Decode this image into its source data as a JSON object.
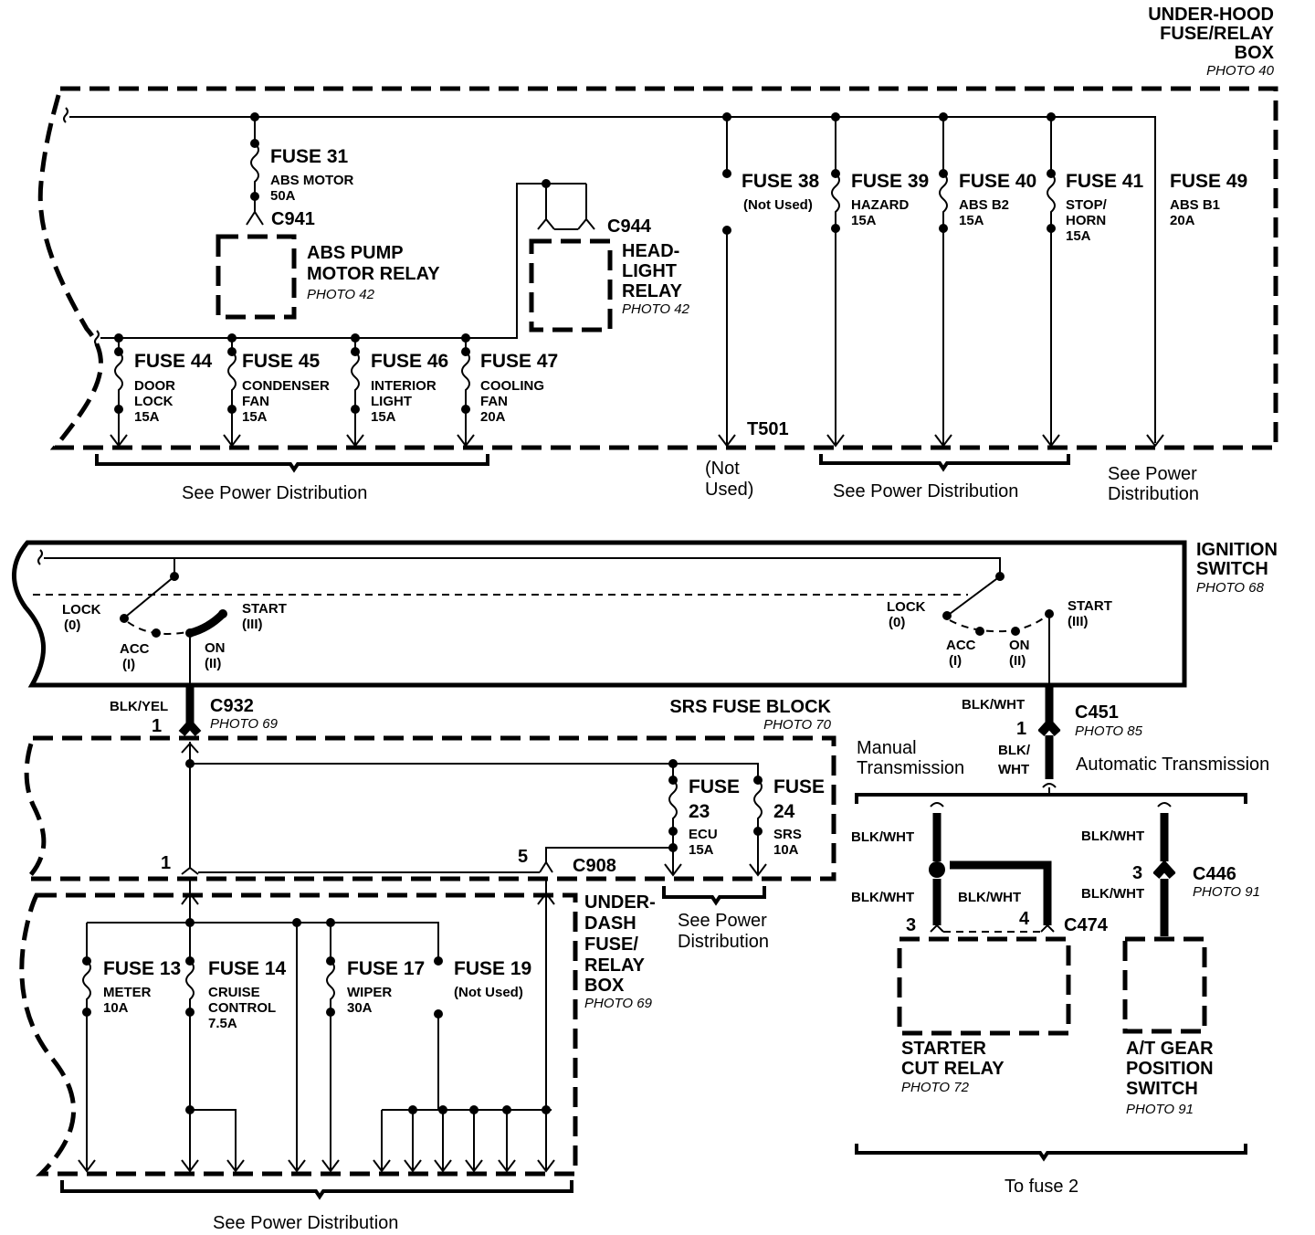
{
  "under_hood": {
    "title": [
      "UNDER-HOOD",
      "FUSE/RELAY",
      "BOX"
    ],
    "photo": "PHOTO 40",
    "fuses_top": [
      {
        "name": "FUSE 31",
        "desc": [
          "ABS MOTOR",
          "50A"
        ]
      },
      {
        "name": "FUSE 38",
        "desc": [
          "(Not Used)"
        ]
      },
      {
        "name": "FUSE 39",
        "desc": [
          "HAZARD",
          "15A"
        ]
      },
      {
        "name": "FUSE 40",
        "desc": [
          "ABS B2",
          "15A"
        ]
      },
      {
        "name": "FUSE 41",
        "desc": [
          "STOP/",
          "HORN",
          "15A"
        ]
      },
      {
        "name": "FUSE 49",
        "desc": [
          "ABS B1",
          "20A"
        ]
      }
    ],
    "fuses_bottom": [
      {
        "name": "FUSE 44",
        "desc": [
          "DOOR",
          "LOCK",
          "15A"
        ]
      },
      {
        "name": "FUSE 45",
        "desc": [
          "CONDENSER",
          "FAN",
          "15A"
        ]
      },
      {
        "name": "FUSE 46",
        "desc": [
          "INTERIOR",
          "LIGHT",
          "15A"
        ]
      },
      {
        "name": "FUSE 47",
        "desc": [
          "COOLING",
          "FAN",
          "20A"
        ]
      }
    ],
    "c941": "C941",
    "abs_relay": {
      "title": [
        "ABS PUMP",
        "MOTOR RELAY"
      ],
      "photo": "PHOTO 42"
    },
    "c944": "C944",
    "headlight_relay": {
      "title": [
        "HEAD-",
        "LIGHT",
        "RELAY"
      ],
      "photo": "PHOTO 42"
    },
    "t501": "T501",
    "not_used": [
      "(Not",
      "Used)"
    ],
    "see_pd_left": "See Power Distribution",
    "see_pd_mid": "See Power Distribution",
    "see_pd_right": [
      "See Power",
      "Distribution"
    ]
  },
  "ignition": {
    "title": [
      "IGNITION",
      "SWITCH"
    ],
    "photo": "PHOTO 68",
    "lock": [
      "LOCK",
      "(0)"
    ],
    "acc": [
      "ACC",
      "(I)"
    ],
    "on": [
      "ON",
      "(II)"
    ],
    "start": [
      "START",
      "(III)"
    ]
  },
  "srs": {
    "title": "SRS FUSE BLOCK",
    "photo": "PHOTO 70",
    "wire_left": "BLK/YEL",
    "c932": "C932",
    "c932_photo": "PHOTO 69",
    "pin1_top": "1",
    "pin1_bottom": "1",
    "pin5": "5",
    "c908": "C908",
    "fuse23": [
      "FUSE",
      "23"
    ],
    "fuse23_desc": [
      "ECU",
      "15A"
    ],
    "fuse24": [
      "FUSE",
      "24"
    ],
    "fuse24_desc": [
      "SRS",
      "10A"
    ],
    "see_pd": [
      "See Power",
      "Distribution"
    ]
  },
  "under_dash": {
    "title": [
      "UNDER-",
      "DASH",
      "FUSE/",
      "RELAY",
      "BOX"
    ],
    "photo": "PHOTO 69",
    "fuses": [
      {
        "name": "FUSE 13",
        "desc": [
          "METER",
          "10A"
        ]
      },
      {
        "name": "FUSE 14",
        "desc": [
          "CRUISE",
          "CONTROL",
          "7.5A"
        ]
      },
      {
        "name": "FUSE 17",
        "desc": [
          "WIPER",
          "30A"
        ]
      },
      {
        "name": "FUSE 19",
        "desc": [
          "(Not Used)"
        ]
      }
    ],
    "see_pd": "See Power Distribution"
  },
  "start_circuit": {
    "wire_c451_top": "BLK/WHT",
    "c451": "C451",
    "c451_photo": "PHOTO 85",
    "pin1": "1",
    "wire_c451_bottom": [
      "BLK/",
      "WHT"
    ],
    "manual": [
      "Manual",
      "Transmission"
    ],
    "automatic": "Automatic Transmission",
    "wire_left_top": "BLK/WHT",
    "wire_left_bottom": "BLK/WHT",
    "wire_mid": "BLK/WHT",
    "wire_right_top": "BLK/WHT",
    "wire_right_bottom": "BLK/WHT",
    "pin3_left": "3",
    "pin4": "4",
    "c474": "C474",
    "pin3_right": "3",
    "c446": "C446",
    "c446_photo": "PHOTO 91",
    "starter_relay": {
      "title": [
        "STARTER",
        "CUT RELAY"
      ],
      "photo": "PHOTO 72"
    },
    "at_switch": {
      "title": [
        "A/T GEAR",
        "POSITION",
        "SWITCH"
      ],
      "photo": "PHOTO 91"
    },
    "to_fuse": "To fuse 2"
  }
}
